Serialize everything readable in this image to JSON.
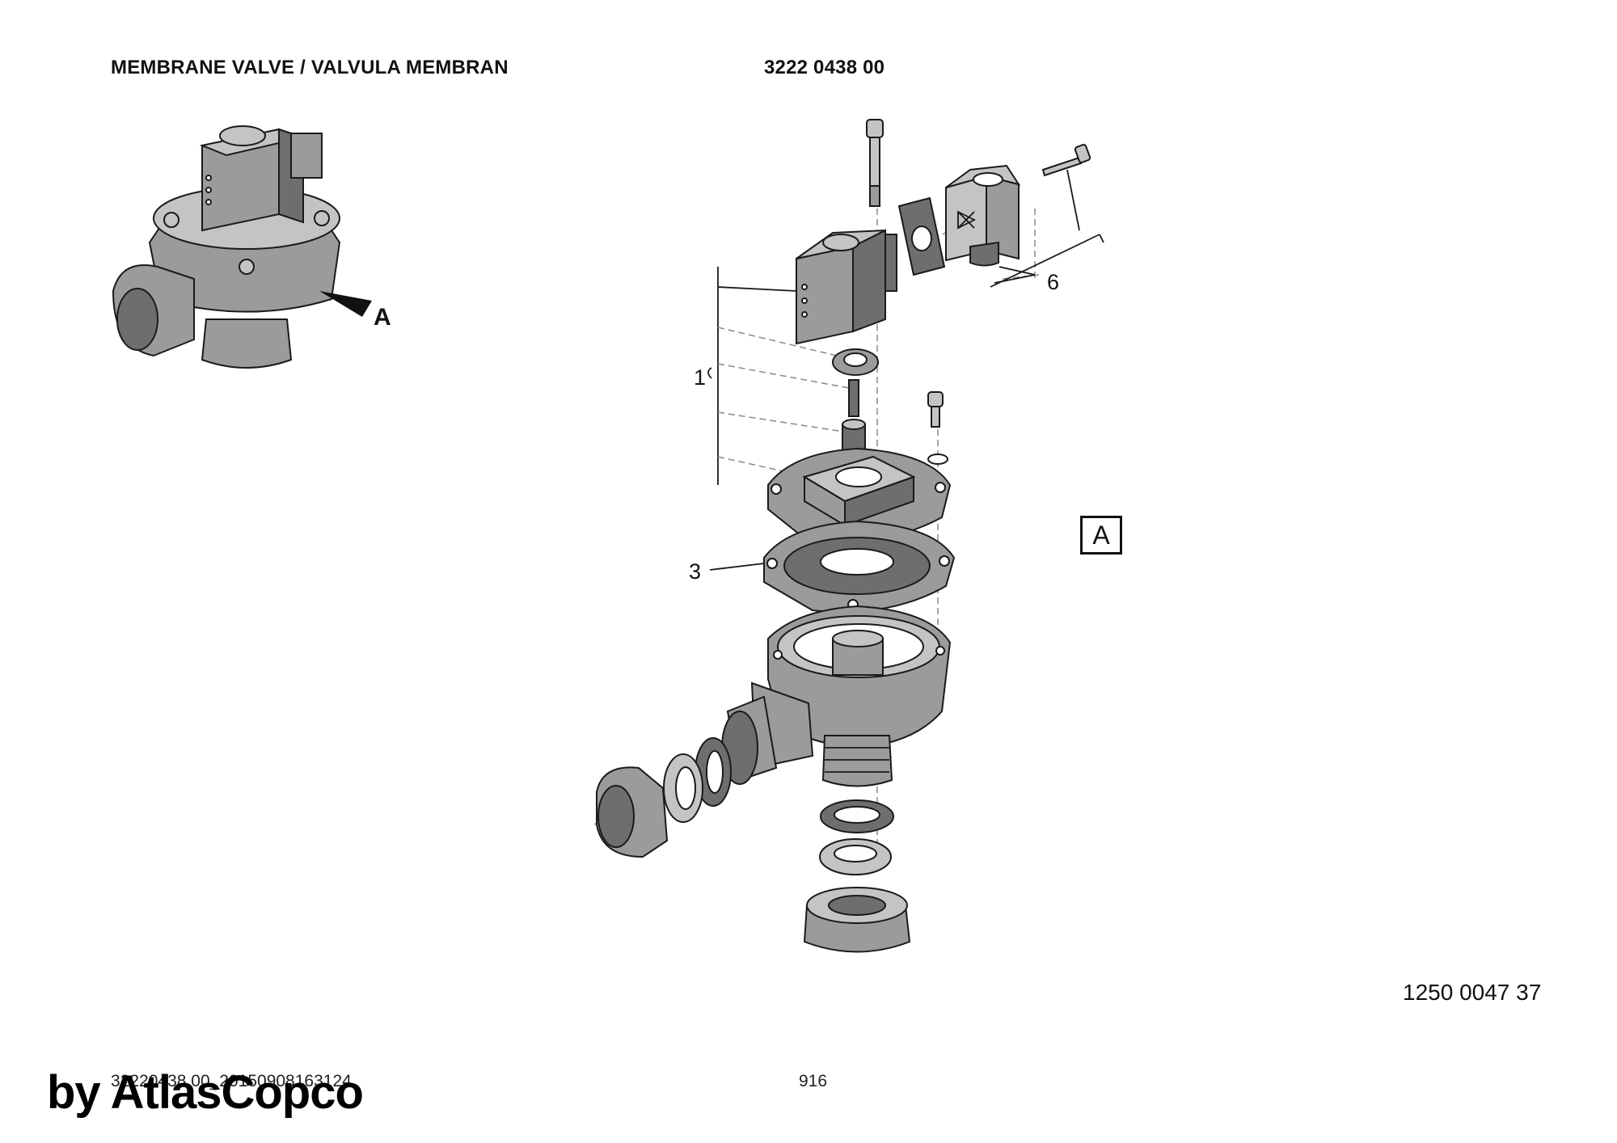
{
  "header": {
    "title": "MEMBRANE VALVE / VALVULA MEMBRAN",
    "part_number": "3222 0438 00"
  },
  "callouts": {
    "item_1": "1",
    "item_3": "3",
    "item_6": "6",
    "view_arrow_label": "A",
    "view_box_label": "A"
  },
  "drawing_number": "1250 0047 37",
  "footer": {
    "doc_code": "32220438 00_20150908163124",
    "page_number": "916",
    "watermark": "by AtlasCopco"
  }
}
